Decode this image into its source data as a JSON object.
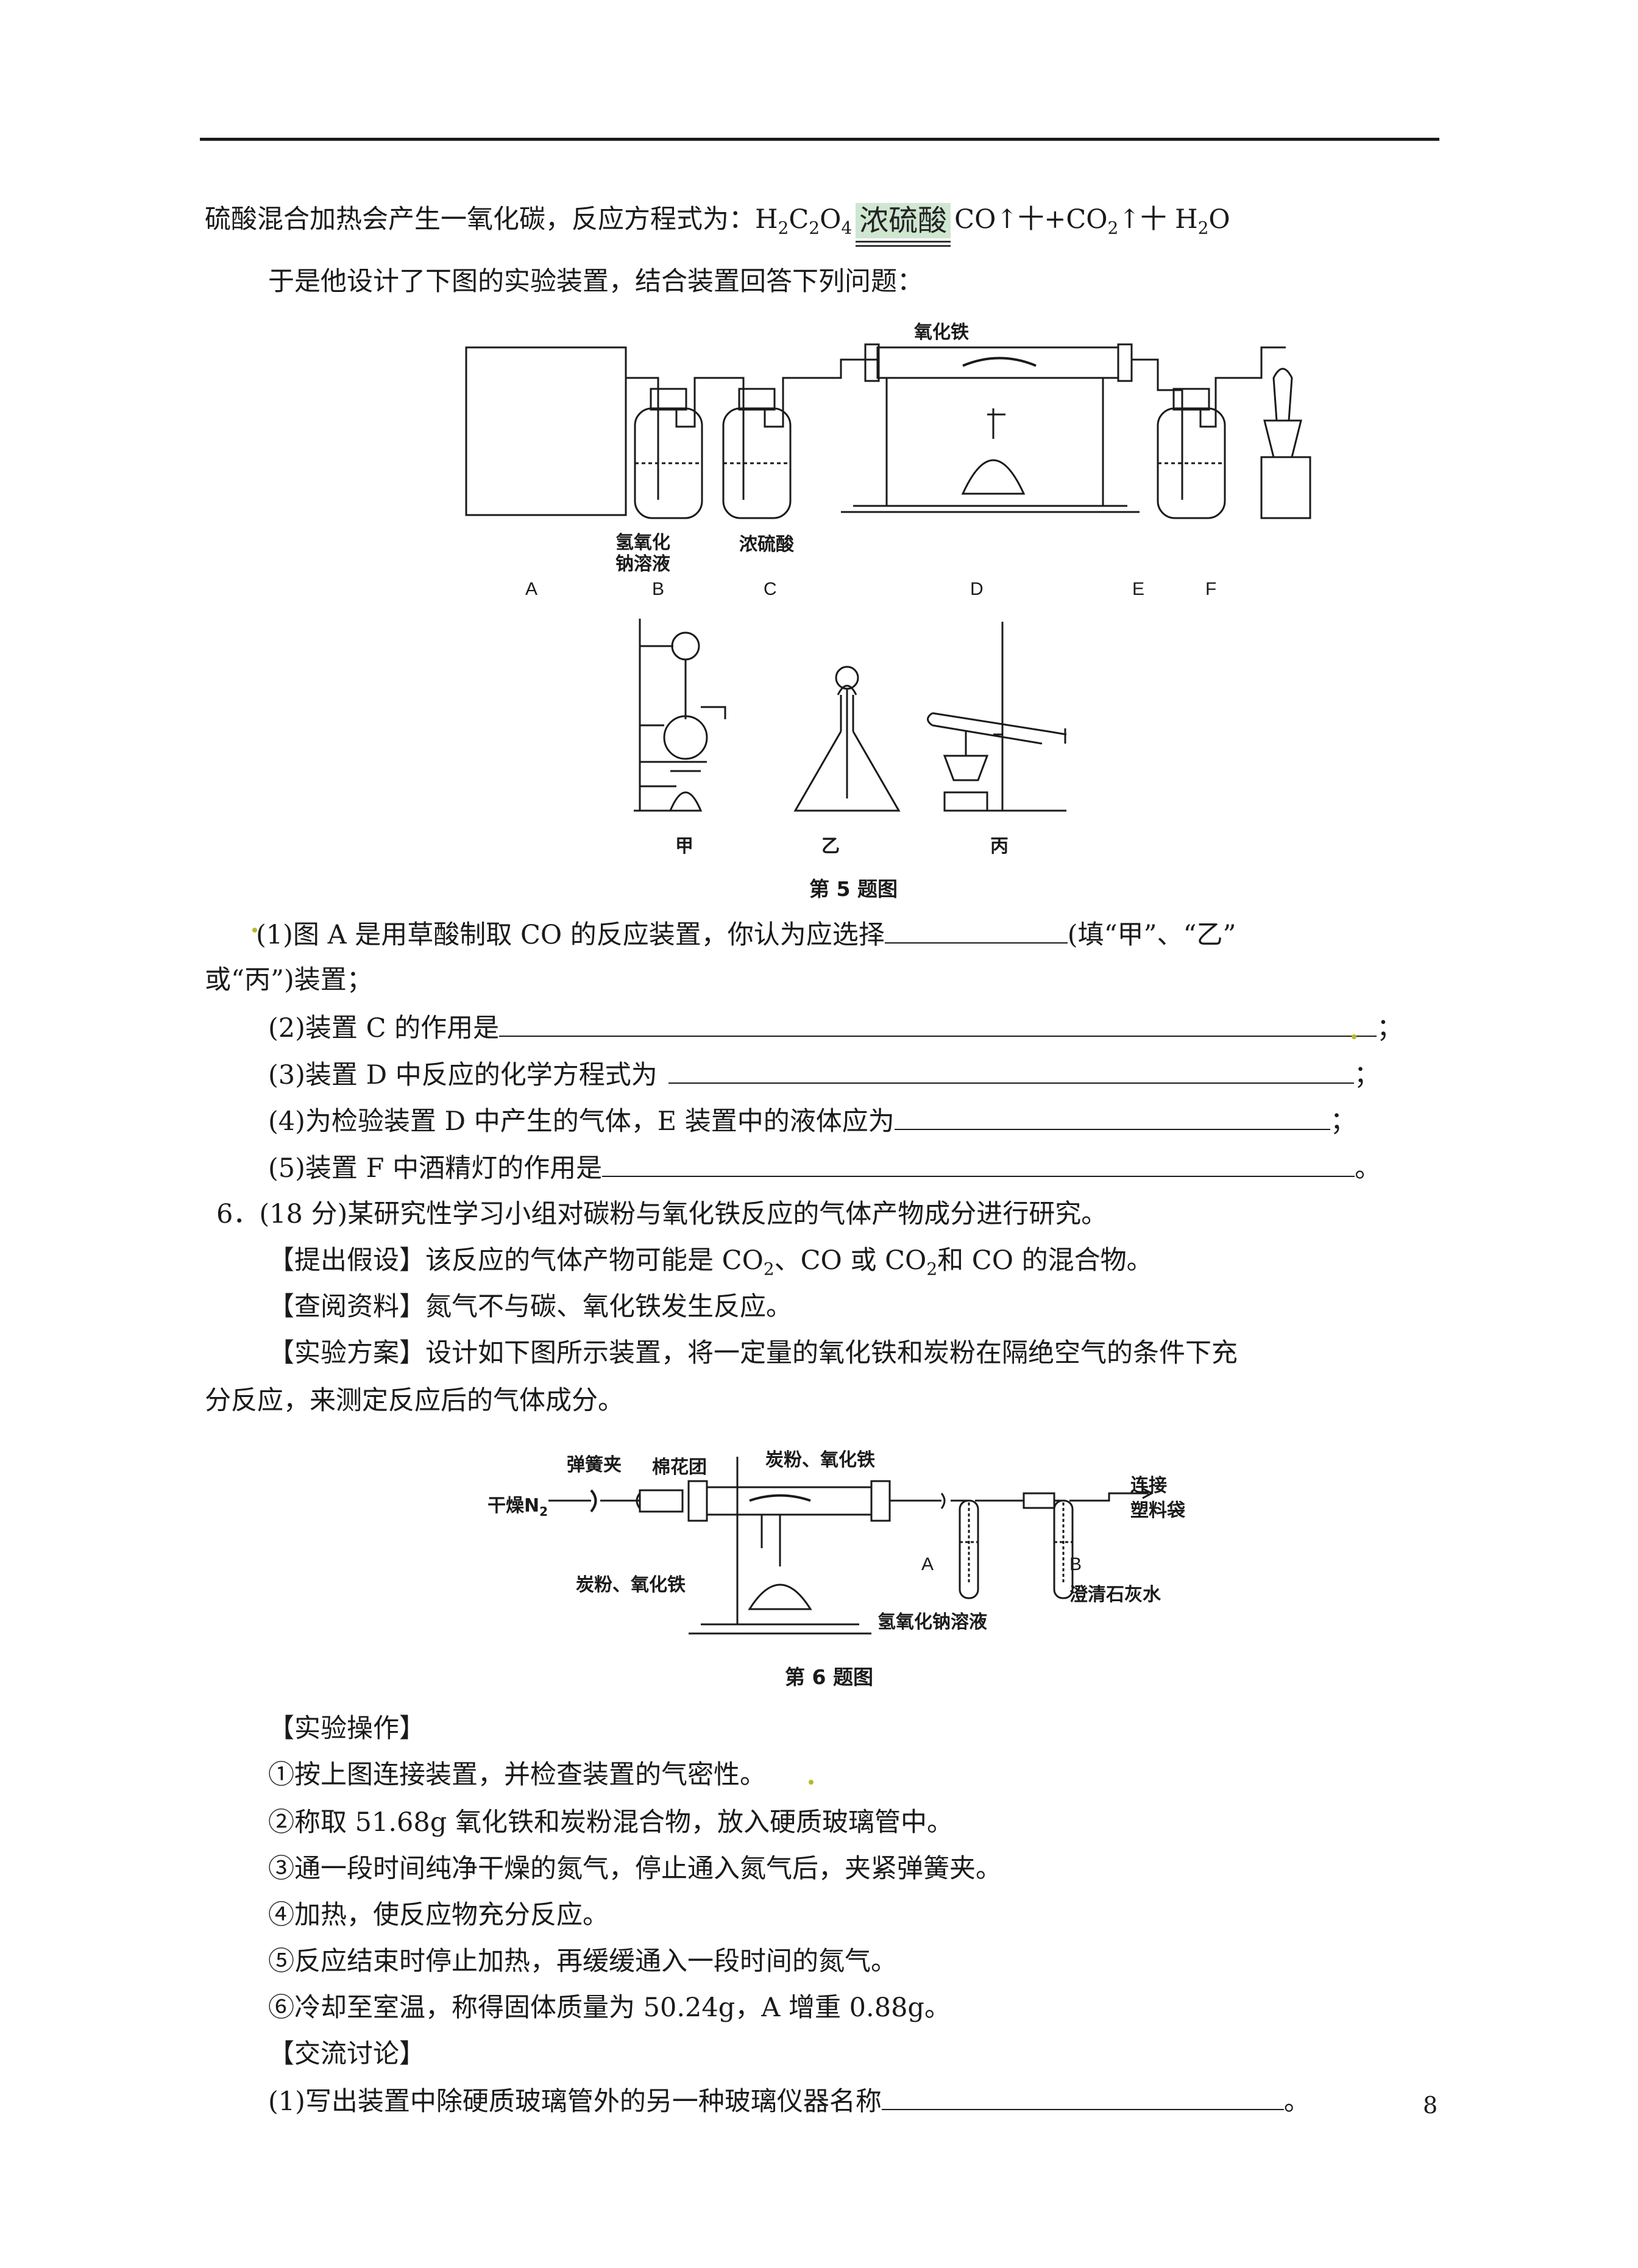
{
  "q5_intro": {
    "prefix": "硫酸混合加热会产生一氧化碳，反应方程式为：H",
    "s1": "2",
    "c": "C",
    "s2": "2",
    "o": "O",
    "s3": "4",
    "catalyst": "浓硫酸",
    "products_a": "CO↑十+CO",
    "s4": "2",
    "products_b": "↑十 H",
    "s5": "2",
    "products_c": "O"
  },
  "q5_design": "于是他设计了下图的实验装置，结合装置回答下列问题：",
  "fig5": {
    "iron_oxide": "氧化铁",
    "naoh_1": "氢氧化",
    "naoh_2": "钠溶液",
    "conc_acid": "浓硫酸",
    "letters": [
      "A",
      "B",
      "C",
      "D",
      "E",
      "F"
    ],
    "alt_labels": [
      "甲",
      "乙",
      "丙"
    ],
    "caption": "第 5 题图"
  },
  "q5_questions": {
    "q1_a": "(1)图 A 是用草酸制取 CO 的反应装置，你认为应选择",
    "q1_b": "(填“甲”、“乙”",
    "q1_c": "或“丙”)装置；",
    "q2": "(2)装置 C 的作用是",
    "q2_end": "；",
    "q3": "(3)装置 D 中反应的化学方程式为",
    "q3_end": "；",
    "q4": "(4)为检验装置 D 中产生的气体，E 装置中的液体应为",
    "q4_end": "；",
    "q5": "(5)装置 F 中酒精灯的作用是",
    "q5_end": "。"
  },
  "q6": {
    "head": "6．(18 分)某研究性学习小组对碳粉与氧化铁反应的气体产物成分进行研究。",
    "hypo_a": "【提出假设】该反应的气体产物可能是 CO",
    "hypo_s1": "2",
    "hypo_b": "、CO 或 CO",
    "hypo_s2": "2",
    "hypo_c": "和 CO 的混合物。",
    "ref": "【查阅资料】氮气不与碳、氧化铁发生反应。",
    "plan_a": "【实验方案】设计如下图所示装置，将一定量的氧化铁和炭粉在隔绝空气的条件下充",
    "plan_b": "分反应，来测定反应后的气体成分。"
  },
  "fig6": {
    "clip": "弹簧夹",
    "cotton": "棉花团",
    "powder_top": "炭粉、氧化铁",
    "connect_1": "连接",
    "connect_2": "塑料袋",
    "dry_n2": "干燥N",
    "dry_n2_sub": "2",
    "powder_left": "炭粉、氧化铁",
    "a": "A",
    "b": "B",
    "limewater": "澄清石灰水",
    "naoh": "氢氧化钠溶液",
    "caption": "第 6 题图"
  },
  "ops": {
    "title": "【实验操作】",
    "s1": "①按上图连接装置，并检查装置的气密性。",
    "s2": "②称取 51.68g 氧化铁和炭粉混合物，放入硬质玻璃管中。",
    "s3": "③通一段时间纯净干燥的氮气，停止通入氮气后，夹紧弹簧夹。",
    "s4": "④加热，使反应物充分反应。",
    "s5": "⑤反应结束时停止加热，再缓缓通入一段时间的氮气。",
    "s6": "⑥冷却至室温，称得固体质量为 50.24g，A 增重 0.88g。"
  },
  "disc": {
    "title": "【交流讨论】",
    "q1": "(1)写出装置中除硬质玻璃管外的另一种玻璃仪器名称",
    "q1_end": "。"
  },
  "page_number": "8"
}
